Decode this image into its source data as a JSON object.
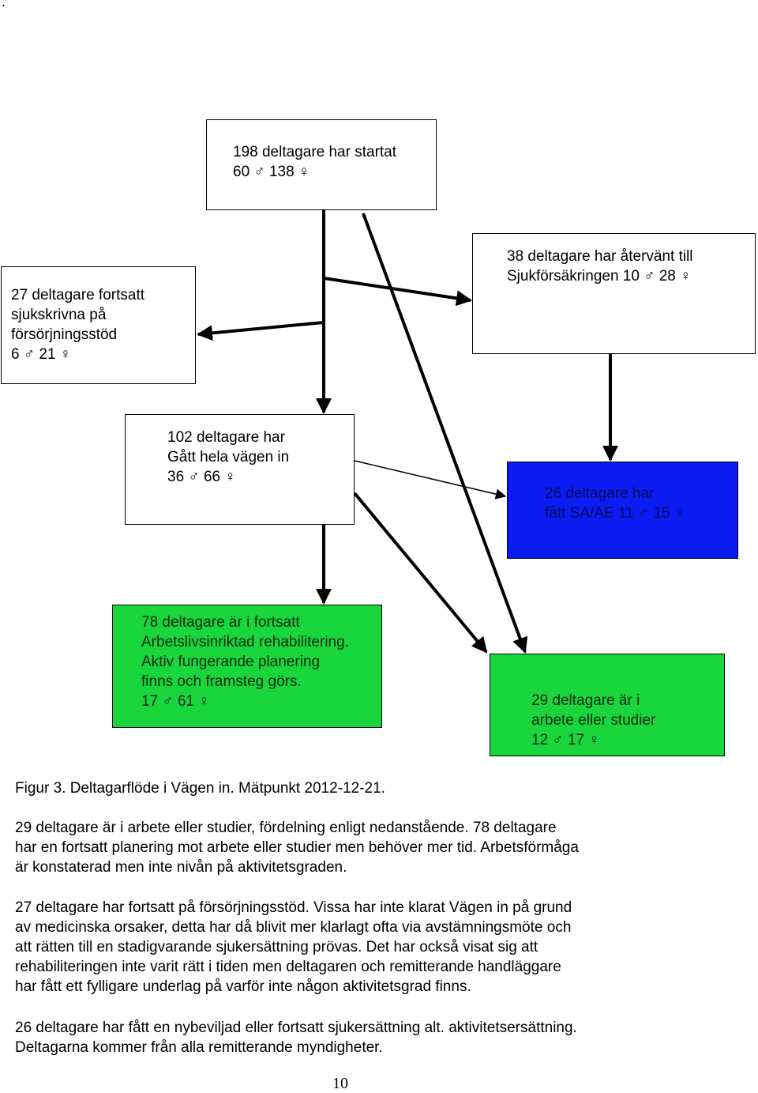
{
  "corner_mark": ".",
  "boxes": {
    "start": {
      "lines": [
        "198 deltagare har startat",
        "60 ♂  138 ♀"
      ]
    },
    "returned": {
      "lines": [
        "38 deltagare har återvänt till",
        "Sjukförsäkringen 10 ♂  28 ♀"
      ]
    },
    "sick": {
      "lines": [
        "27 deltagare fortsatt",
        "sjukskrivna på",
        "försörjningsstöd",
        "6 ♂  21 ♀"
      ]
    },
    "whole": {
      "lines": [
        "102 deltagare har",
        "Gått hela vägen in",
        "36 ♂  66 ♀"
      ]
    },
    "saae": {
      "lines": [
        "26 deltagare har",
        "fått SA/AE 11 ♂ 15 ♀"
      ]
    },
    "rehab": {
      "lines": [
        "78 deltagare är i fortsatt",
        "Arbetslivsinriktad rehabilitering.",
        "Aktiv fungerande planering",
        "finns och framsteg görs.",
        "17 ♂  61 ♀"
      ]
    },
    "work": {
      "lines": [
        "29 deltagare är i",
        "arbete eller studier",
        "12 ♂  17 ♀"
      ]
    }
  },
  "colors": {
    "green_box": "#19d63d",
    "blue_box": "#0b1cf2"
  },
  "caption": "Figur 3. Deltagarflöde i Vägen in. Mätpunkt 2012-12-21.",
  "paragraphs": [
    {
      "lines": [
        "29 deltagare är i arbete eller studier, fördelning enligt nedanstående. 78 deltagare",
        "har en fortsatt planering mot arbete eller studier men behöver mer tid. Arbetsförmåga",
        "är konstaterad men inte nivån på aktivitetsgraden."
      ]
    },
    {
      "lines": [
        "27 deltagare har fortsatt på försörjningsstöd. Vissa har inte klarat Vägen in på grund",
        "av medicinska orsaker, detta har då blivit mer klarlagt ofta via avstämningsmöte och",
        "att rätten till en stadigvarande sjukersättning prövas. Det har också visat sig att",
        "rehabiliteringen inte varit rätt i tiden men deltagaren och remitterande handläggare",
        "har fått ett fylligare underlag på varför inte någon aktivitetsgrad finns."
      ]
    },
    {
      "lines": [
        "26 deltagare har fått en nybeviljad eller fortsatt sjukersättning alt. aktivitetsersättning.",
        "Deltagarna kommer från alla remitterande myndigheter."
      ]
    }
  ],
  "page_number": "10"
}
